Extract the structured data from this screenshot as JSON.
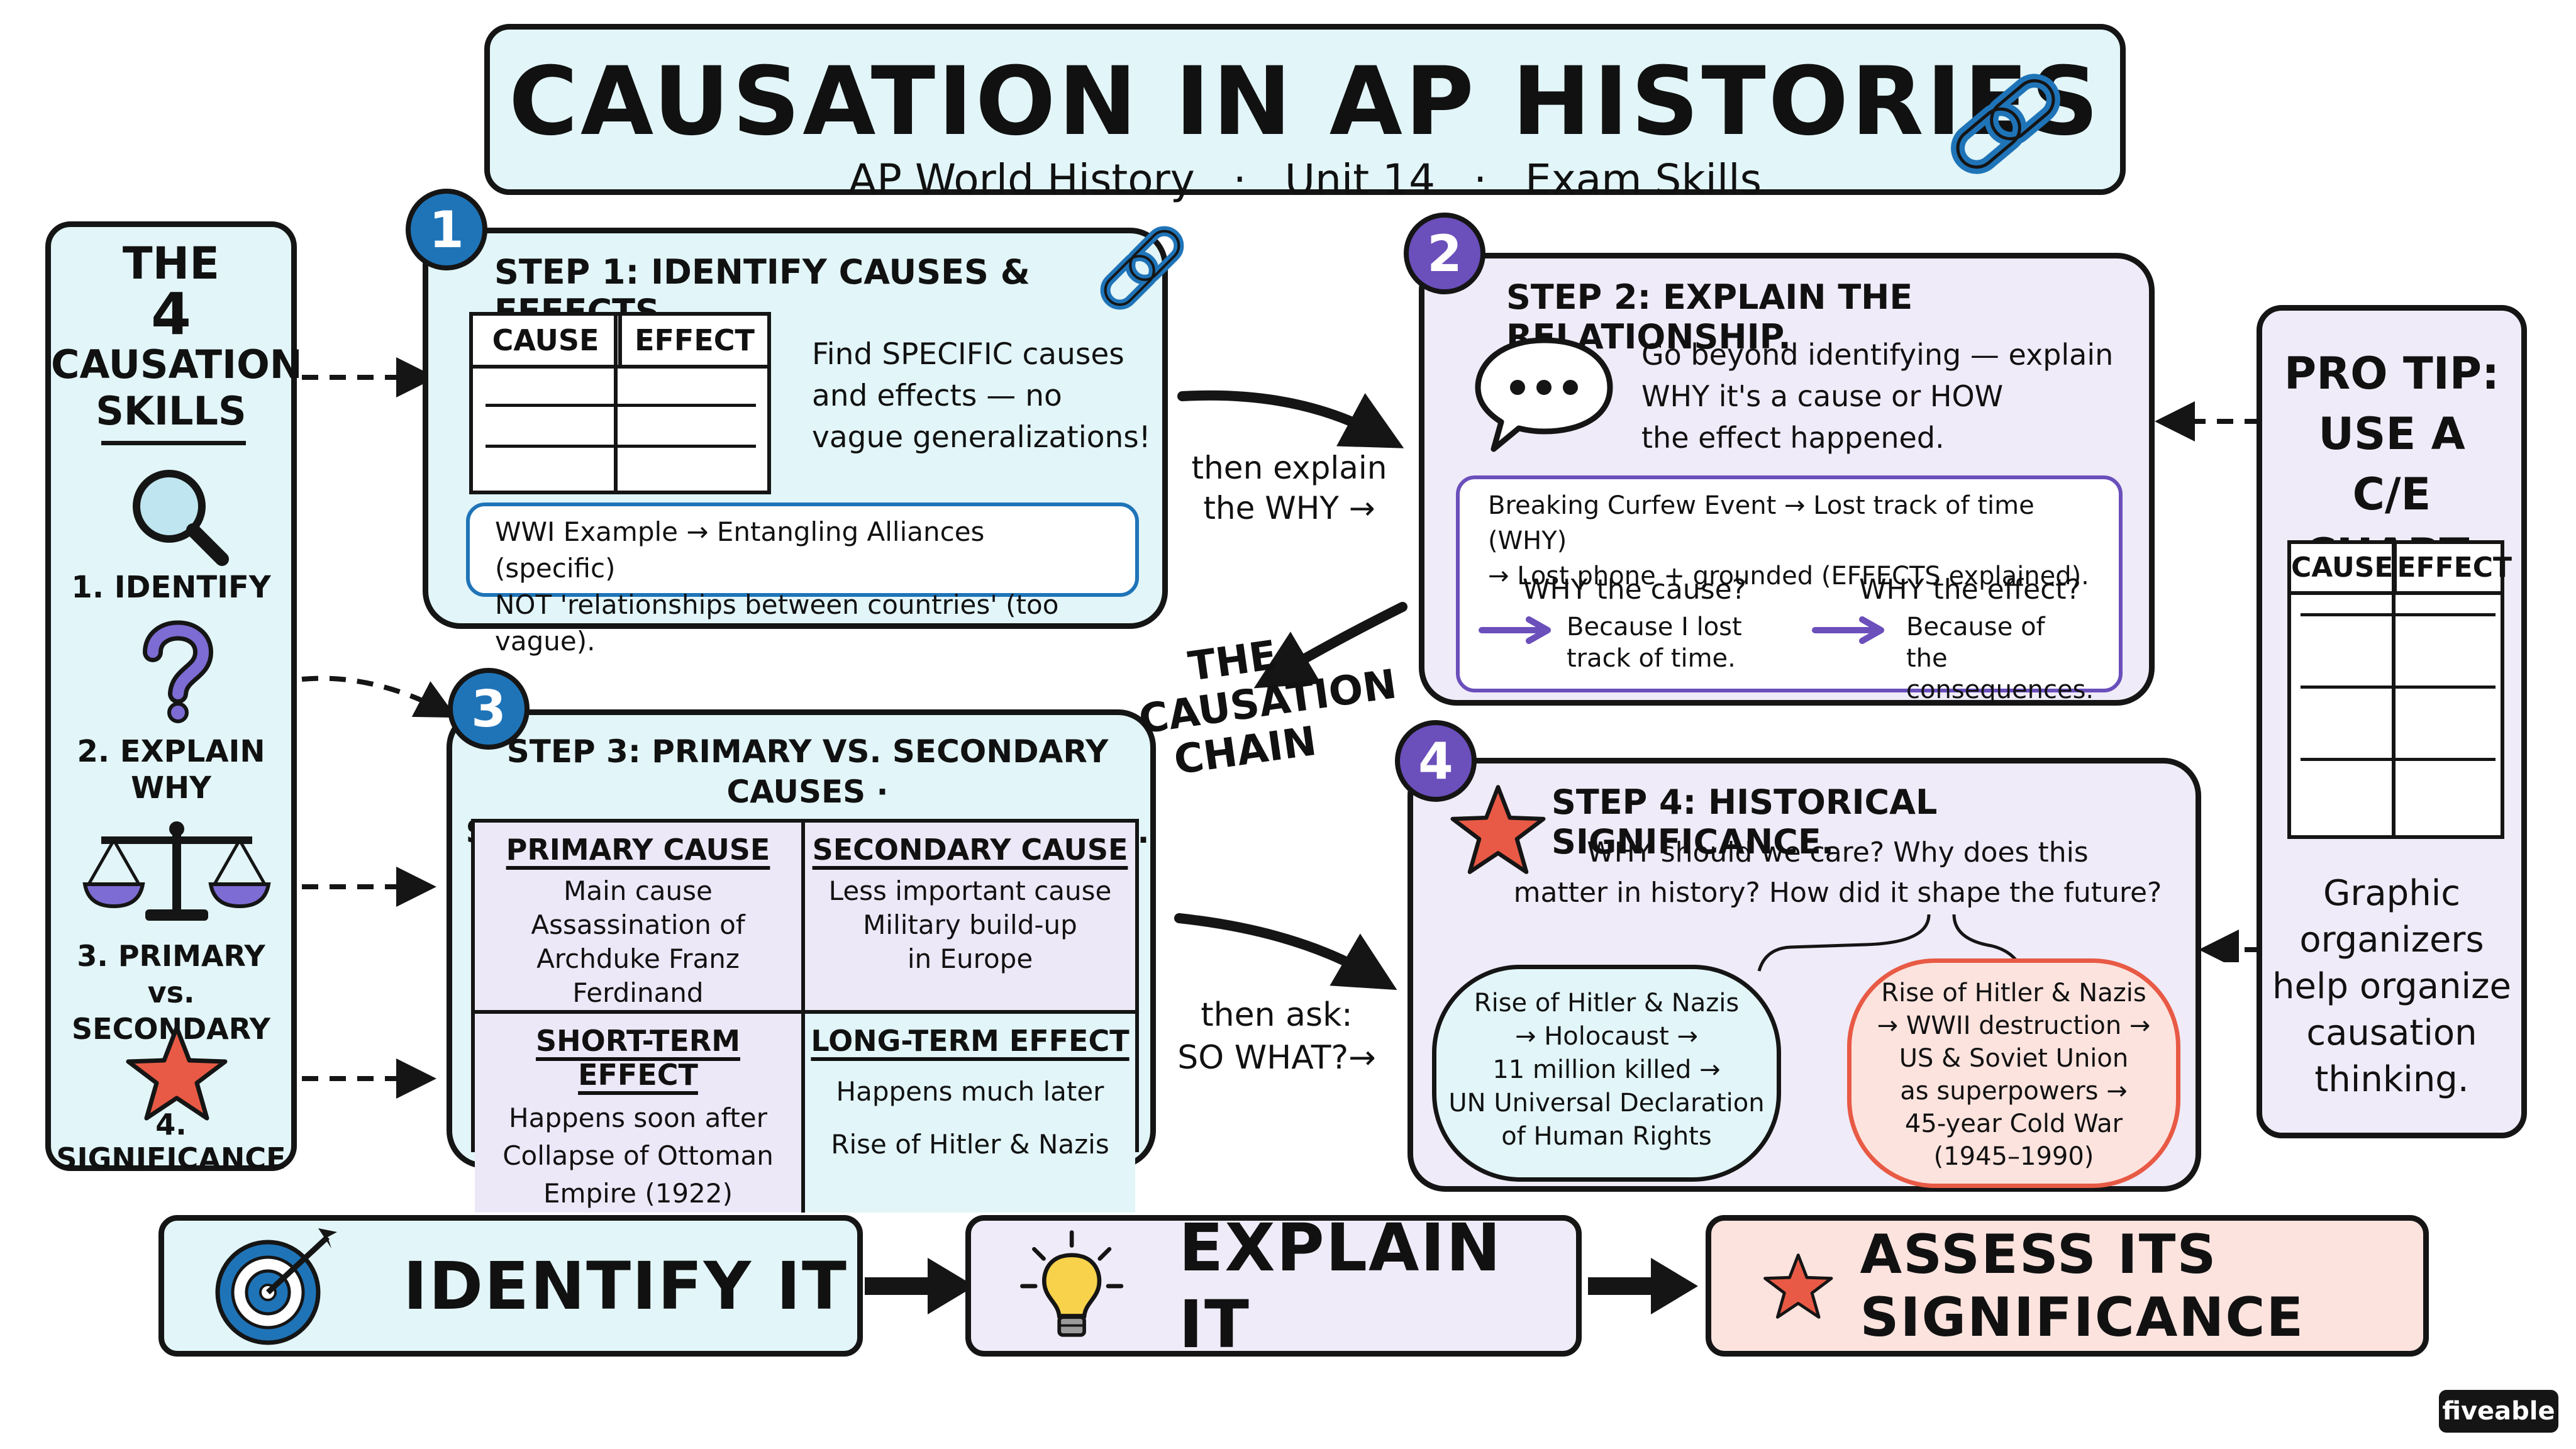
{
  "header": {
    "title": "CAUSATION IN AP HISTORIES",
    "subtitle_course": "AP World History",
    "subtitle_unit": "Unit 14",
    "subtitle_topic": "Exam Skills",
    "separator": "·"
  },
  "sidebar": {
    "title_line1": "THE",
    "title_number": "4",
    "title_line2": "CAUSATION",
    "title_line3": "SKILLS",
    "skills": [
      {
        "label": "1. IDENTIFY"
      },
      {
        "label_line1": "2. EXPLAIN",
        "label_line2": "WHY"
      },
      {
        "label_line1": "3. PRIMARY vs.",
        "label_line2": "SECONDARY"
      },
      {
        "label": "4. SIGNIFICANCE"
      }
    ]
  },
  "step1": {
    "badge": "1",
    "title": "STEP 1: IDENTIFY CAUSES & EFFECTS.",
    "table_headers": [
      "CAUSE",
      "EFFECT"
    ],
    "text": [
      "Find SPECIFIC causes",
      "and effects — no",
      "vague generalizations!"
    ],
    "example_line1": "WWI Example → Entangling Alliances (specific)",
    "example_line2": "NOT 'relationships between countries' (too vague)."
  },
  "step2": {
    "badge": "2",
    "title": "STEP 2: EXPLAIN THE RELATIONSHIP.",
    "text": [
      "Go beyond identifying — explain",
      "WHY it's a cause or HOW",
      "the effect happened."
    ],
    "example_line1": "Breaking Curfew Event → Lost track of time (WHY)",
    "example_line2": "→ Lost phone + grounded (EFFECTS explained).",
    "why_cause_q": "WHY the cause?",
    "why_cause_a": [
      "Because I lost",
      "track of time."
    ],
    "why_effect_q": "WHY the effect?",
    "why_effect_a": [
      "Because of",
      "the consequences."
    ]
  },
  "step3": {
    "badge": "3",
    "title_line1": "STEP 3: PRIMARY vs. SECONDARY CAUSES ·",
    "title_line2": "SHORT-TERM vs. LONG-TERM EFFECTS.",
    "cells": [
      {
        "title": "PRIMARY CAUSE",
        "body": [
          "Main cause",
          "Assassination of",
          "Archduke Franz Ferdinand"
        ]
      },
      {
        "title": "SECONDARY CAUSE",
        "body": [
          "Less important cause",
          "Military build-up",
          "in Europe"
        ]
      },
      {
        "title": "SHORT-TERM EFFECT",
        "body": [
          "Happens soon after",
          "Collapse of Ottoman",
          "Empire (1922)"
        ]
      },
      {
        "title": "LONG-TERM EFFECT",
        "body": [
          "Happens much later",
          "Rise of Hitler & Nazis"
        ]
      }
    ]
  },
  "step4": {
    "badge": "4",
    "title": "STEP 4: HISTORICAL SIGNIFICANCE.",
    "text": [
      "WHY should we care? Why does this",
      "matter in history? How did it shape the future?"
    ],
    "cloud_left": [
      "Rise of Hitler & Nazis",
      "→ Holocaust →",
      "11 million killed →",
      "UN Universal Declaration",
      "of Human Rights"
    ],
    "cloud_right": [
      "Rise of Hitler & Nazis",
      "→ WWII destruction →",
      "US & Soviet Union",
      "as superpowers →",
      "45-year Cold War",
      "(1945–1990)"
    ]
  },
  "connectors": {
    "explain_why": [
      "then explain",
      "the WHY →"
    ],
    "chain": [
      "THE",
      "CAUSATION",
      "CHAIN"
    ],
    "so_what": [
      "then ask:",
      "SO WHAT?→"
    ]
  },
  "pro_tip": {
    "title": [
      "PRO TIP:",
      "USE A",
      "C/E CHART."
    ],
    "table_headers": [
      "CAUSE",
      "EFFECT"
    ],
    "text": [
      "Graphic",
      "organizers",
      "help organize",
      "causation",
      "thinking."
    ]
  },
  "bottom": {
    "identify": "IDENTIFY IT",
    "explain": "EXPLAIN IT",
    "assess": "ASSESS ITS SIGNIFICANCE"
  },
  "brand": "fiveable",
  "colors": {
    "cyan_fill": "#e2f5f8",
    "purple_fill": "#efebf8",
    "salmon_fill": "#fde3de",
    "blue_accent": "#1f74b8",
    "purple_accent": "#6b4fbb",
    "red_accent": "#e85a45"
  }
}
